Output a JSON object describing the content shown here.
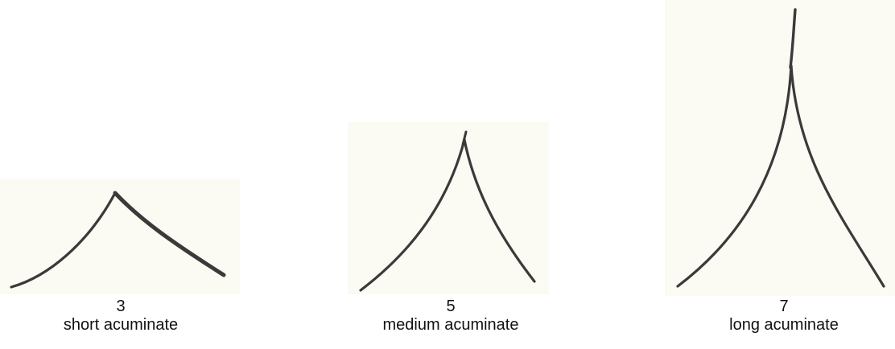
{
  "figure": {
    "items": [
      {
        "number": "3",
        "label": "short acuminate"
      },
      {
        "number": "5",
        "label": "medium acuminate"
      },
      {
        "number": "7",
        "label": "long acuminate"
      }
    ]
  },
  "colors": {
    "stroke": "#3a3a3a",
    "panel_background": "#fbfaf3",
    "page_background": "#ffffff"
  }
}
